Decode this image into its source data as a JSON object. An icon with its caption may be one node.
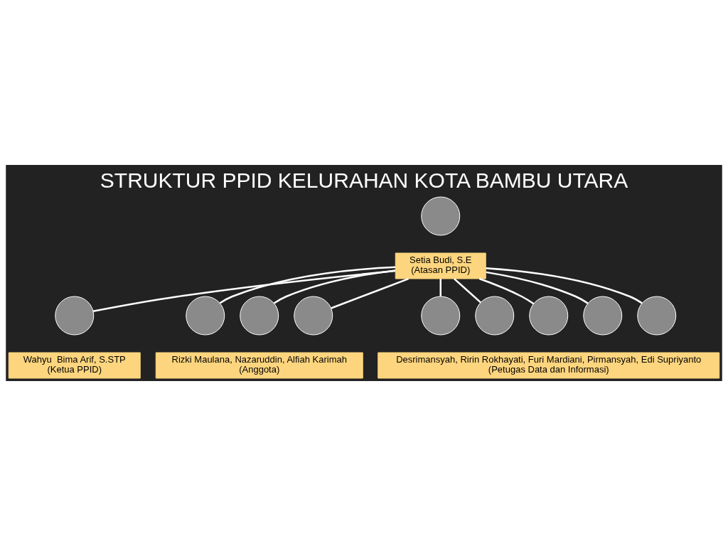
{
  "diagram": {
    "title": "STRUKTUR PPID KELURAHAN KOTA BAMBU UTARA",
    "nodes": [
      {
        "text": [],
        "shape": "circle"
      },
      {
        "text": [
          "Setia Budi, S.E",
          "(Atasan PPID)"
        ]
      },
      {
        "text": [],
        "shape": "circle"
      },
      {
        "text": [
          "Wahyu  Bima Arif, S.STP",
          "(Ketua PPID)"
        ]
      },
      {
        "text": [],
        "shape": "circle"
      },
      {
        "text": [],
        "shape": "circle"
      },
      {
        "text": [],
        "shape": "circle"
      },
      {
        "text": [
          "Rizki Maulana, Nazaruddin, Alfiah Karimah",
          "(Anggota)"
        ]
      },
      {
        "text": [],
        "shape": "circle"
      },
      {
        "text": [],
        "shape": "circle"
      },
      {
        "text": [],
        "shape": "circle"
      },
      {
        "text": [],
        "shape": "circle"
      },
      {
        "text": [],
        "shape": "circle"
      },
      {
        "text": [
          "Desrimansyah, Ririn Rokhayati, Furi Mardiani, Pirmansyah, Edi Supriyanto",
          "(Petugas Data dan Informasi)"
        ]
      }
    ],
    "edges": [
      {
        "from": 1,
        "to": 2,
        "arrow": "none"
      },
      {
        "from": 1,
        "to": 4,
        "arrow": "none"
      },
      {
        "from": 1,
        "to": 5,
        "arrow": "none"
      },
      {
        "from": 1,
        "to": 6,
        "arrow": "none"
      },
      {
        "from": 1,
        "to": 8,
        "arrow": "none"
      },
      {
        "from": 1,
        "to": 9,
        "arrow": "none"
      },
      {
        "from": 1,
        "to": 10,
        "arrow": "none"
      },
      {
        "from": 1,
        "to": 11,
        "arrow": "none"
      },
      {
        "from": 1,
        "to": 12,
        "arrow": "none"
      }
    ]
  }
}
